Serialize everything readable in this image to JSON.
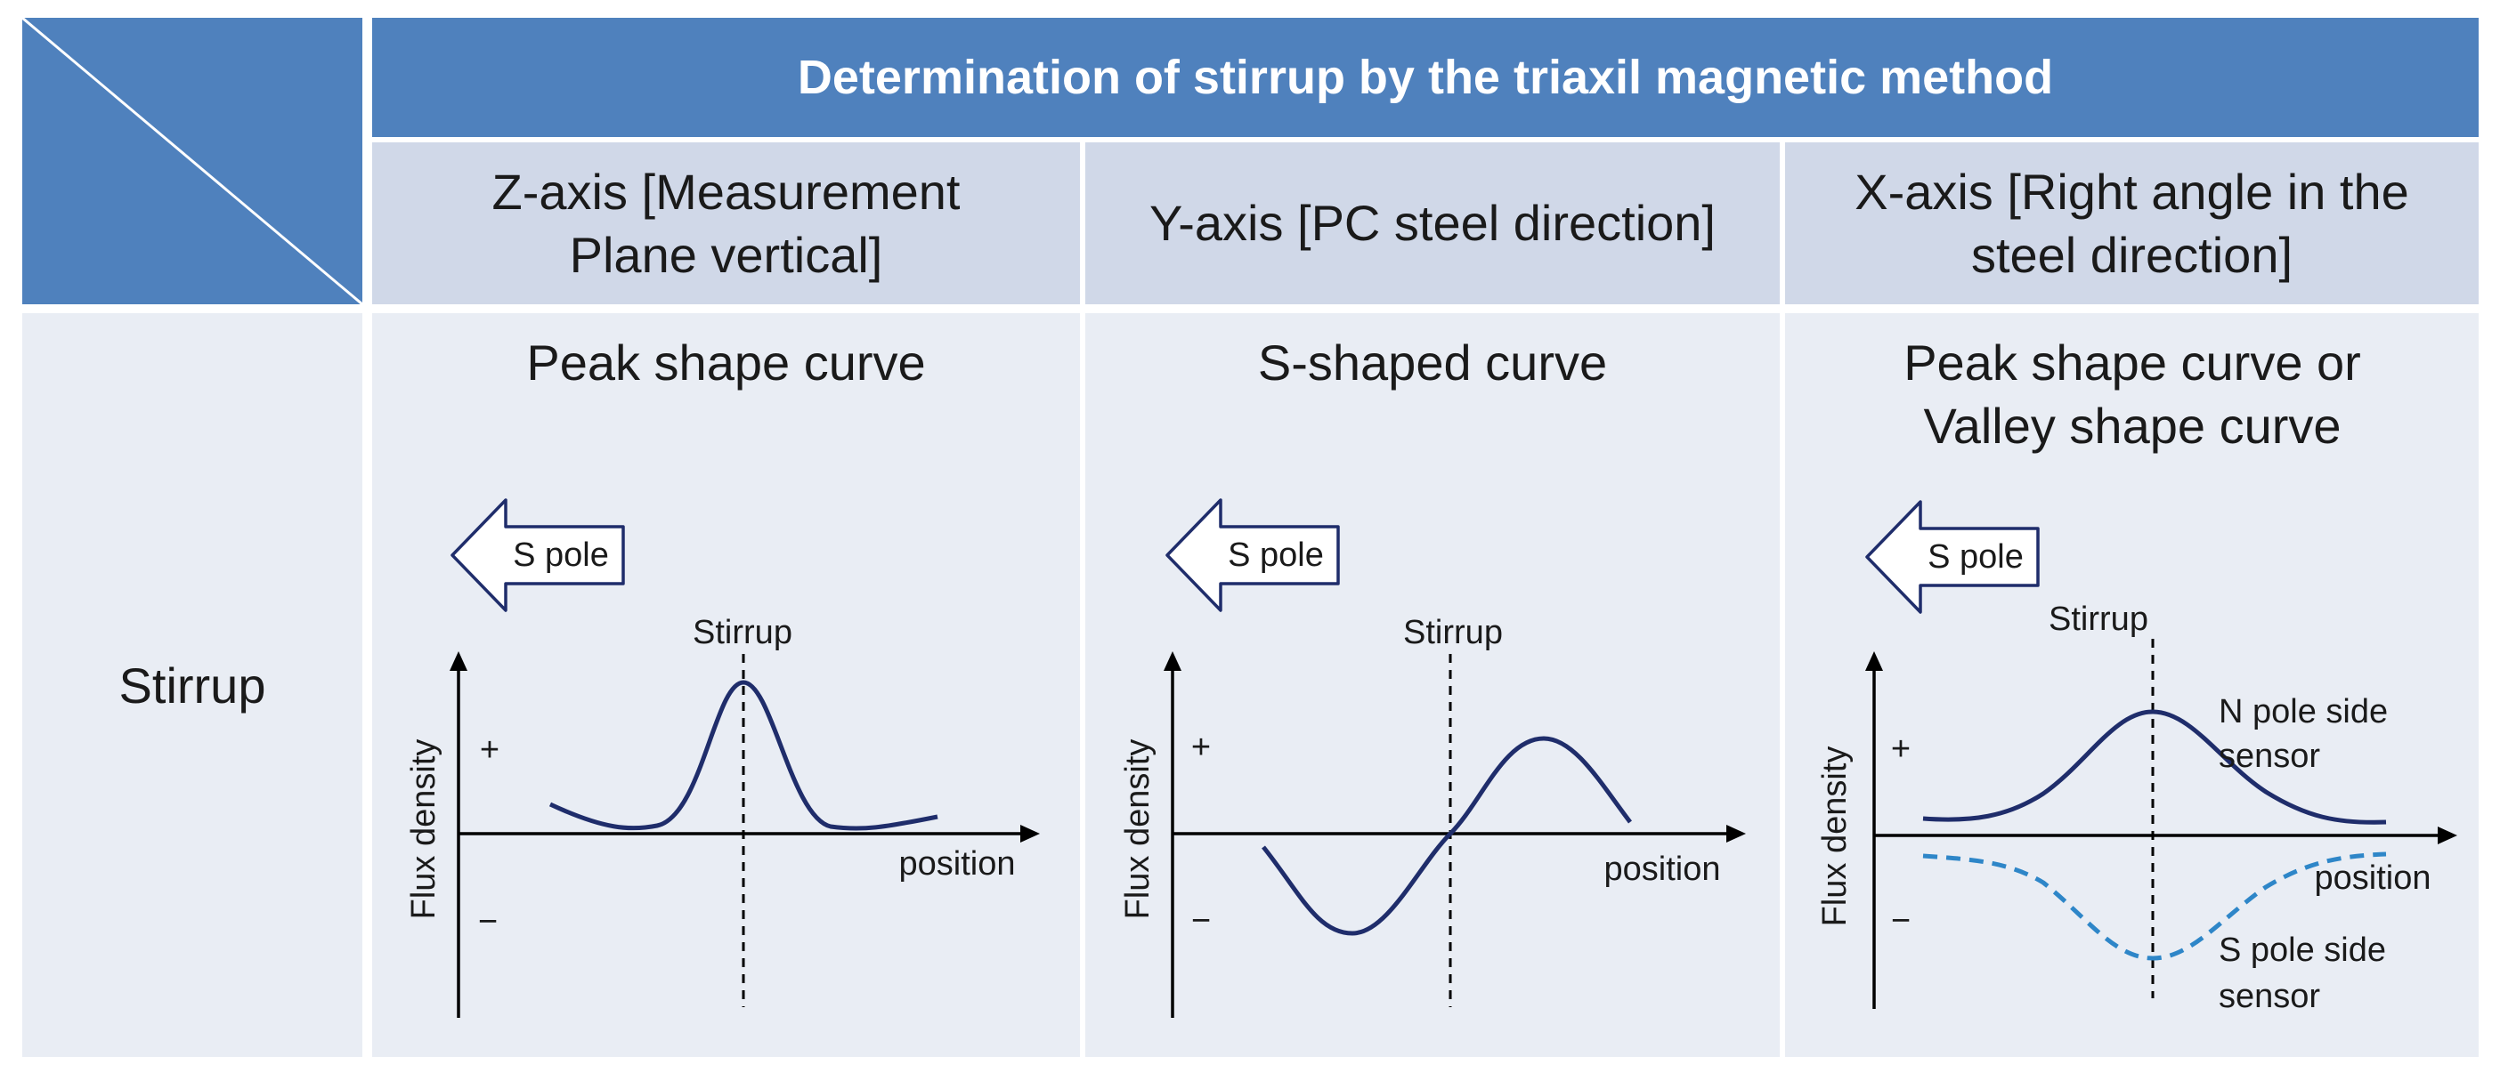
{
  "header": {
    "title": "Determination of stirrup by the triaxil magnetic method",
    "z_axis": "Z-axis [Measurement Plane vertical]",
    "y_axis": "Y-axis [PC steel direction]",
    "x_axis": "X-axis [Right angle in the steel direction]"
  },
  "row": {
    "label": "Stirrup",
    "z_curve": "Peak shape curve",
    "y_curve": "S-shaped curve",
    "x_curve": "Peak shape curve or Valley shape curve"
  },
  "diagram_labels": {
    "s_pole": "S pole",
    "stirrup": "Stirrup",
    "flux_density": "Flux density",
    "plus": "+",
    "minus": "−",
    "position": "position",
    "n_pole_sensor_line1": "N pole side",
    "n_pole_sensor_line2": "sensor",
    "s_pole_sensor_line1": "S pole side",
    "s_pole_sensor_line2": "sensor"
  },
  "colors": {
    "header_blue": "#4F81BD",
    "subheader": "#D0D8E8",
    "body": "#E9EDF4",
    "curve_navy": "#1F2D6B",
    "curve_dashed_blue": "#2E86C8"
  },
  "icons": [
    "left-arrow-icon"
  ]
}
